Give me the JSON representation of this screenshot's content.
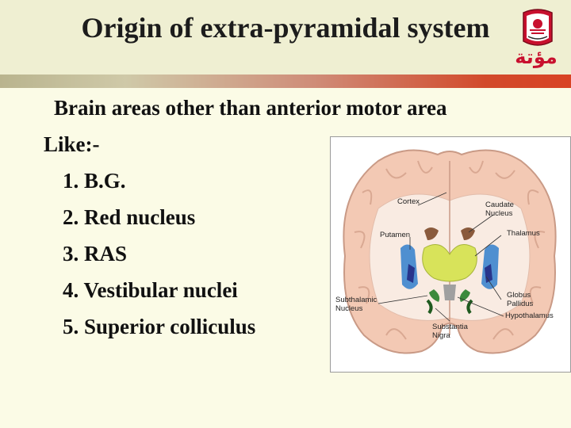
{
  "slide": {
    "title": "Origin of extra-pyramidal system",
    "logo_text": "مؤتة",
    "lead": "Brain areas other than anterior motor area",
    "like": "Like:-",
    "items": [
      "1. B.G.",
      "2. Red nucleus",
      "3. RAS",
      "4. Vestibular nuclei",
      "5. Superior colliculus"
    ]
  },
  "figure": {
    "labels": {
      "cortex": "Cortex",
      "caudate_1": "Caudate",
      "caudate_2": "Nucleus",
      "putamen": "Putamen",
      "thalamus": "Thalamus",
      "subthalamic_1": "Subthalamic",
      "subthalamic_2": "Nucleus",
      "globus_1": "Globus",
      "globus_2": "Pallidus",
      "hypothalamus": "Hypothalamus",
      "substantia_1": "Substantia",
      "substantia_2": "Nigra"
    }
  },
  "colors": {
    "accent_red": "#d84324",
    "brain_pink": "#f3c9b4",
    "thalamus_yellow": "#d8e35a",
    "putamen_blue": "#4f8fd0"
  }
}
